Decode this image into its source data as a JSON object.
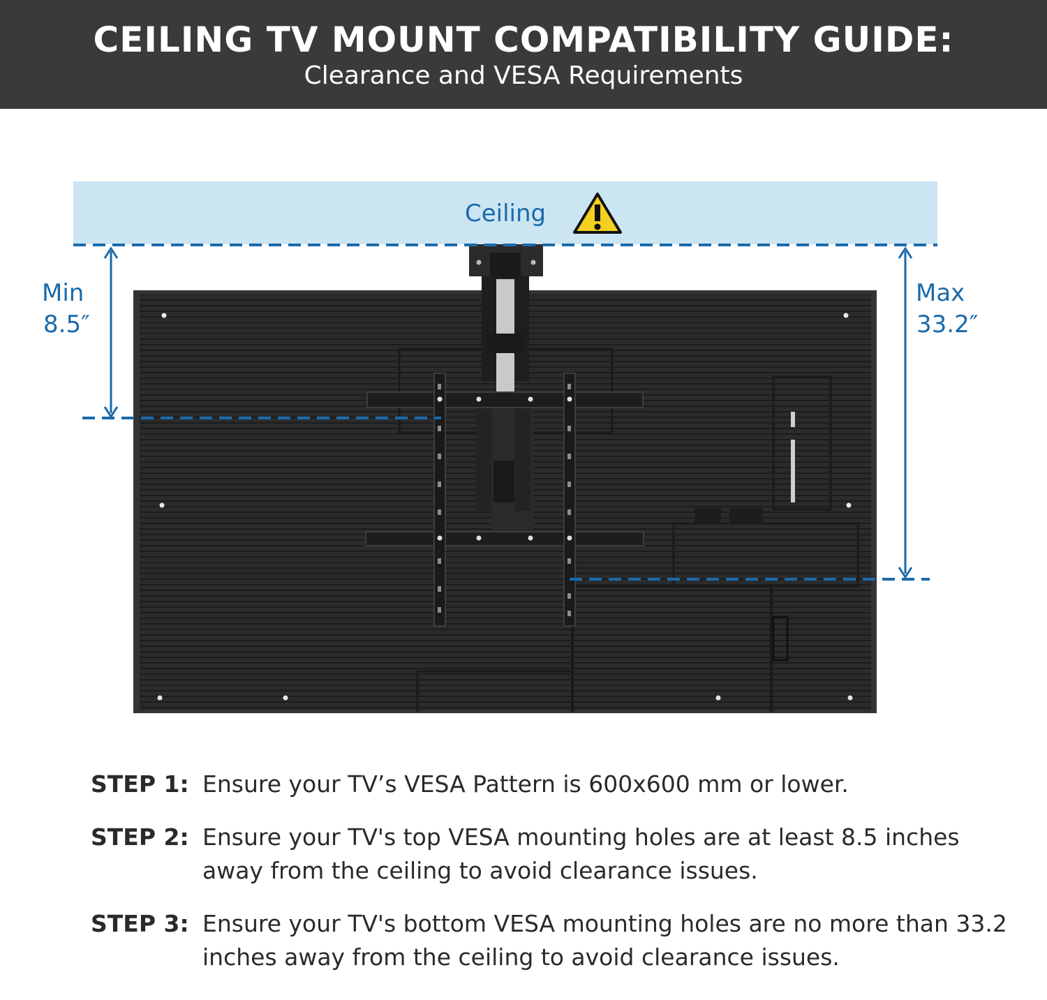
{
  "header": {
    "title": "CEILING TV MOUNT COMPATIBILITY GUIDE:",
    "subtitle": "Clearance and VESA Requirements"
  },
  "diagram": {
    "ceiling_label": "Ceiling",
    "warning_icon": "warning-triangle-icon",
    "min": {
      "label": "Min",
      "value": "8.5″"
    },
    "max": {
      "label": "Max",
      "value": "33.2″"
    },
    "colors": {
      "ceiling_fill": "#cce5f2",
      "dimension_blue": "#1a6aaa",
      "warning_yellow": "#f3d021",
      "tv_back": "#2a2a2a"
    }
  },
  "steps": [
    {
      "label": "STEP 1:",
      "text": "Ensure your TV’s VESA Pattern is 600x600 mm or lower."
    },
    {
      "label": "STEP 2:",
      "text": "Ensure your TV's top VESA mounting holes are at least 8.5 inches away from the ceiling to avoid clearance issues."
    },
    {
      "label": "STEP 3:",
      "text": "Ensure your TV's bottom VESA mounting holes are no more than 33.2 inches away from the ceiling to avoid clearance issues."
    }
  ]
}
